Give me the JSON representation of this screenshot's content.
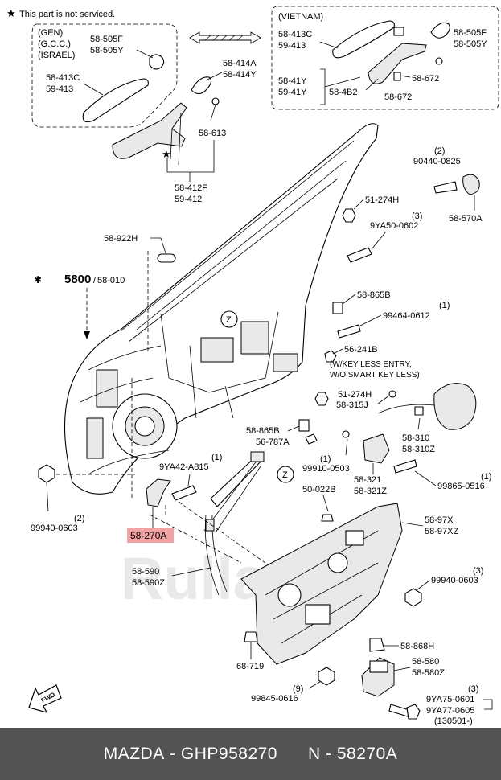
{
  "note": "This part is not serviced.",
  "region_gen": [
    "(GEN)",
    "(G.C.C.)",
    "(ISRAEL)"
  ],
  "region_vietnam": "(VIETNAM)",
  "main_part": "5800",
  "main_part_alt": "58-010",
  "reference_code": "(130501-)",
  "callout_z": "Z",
  "labels": {
    "p58505f_l": "58-505F",
    "p58505y_l": "58-505Y",
    "p58413c_l": "58-413C",
    "p59413_l": "59-413",
    "p58414a": "58-414A",
    "p58414y": "58-414Y",
    "p58613": "58-613",
    "p58412f": "58-412F",
    "p59412": "59-412",
    "p58413c_r": "58-413C",
    "p59413_r": "59-413",
    "p58505f_r": "58-505F",
    "p58505y_r": "58-505Y",
    "p5841y": "58-41Y",
    "p5941y": "59-41Y",
    "p584b2": "58-4B2",
    "p58672a": "58-672",
    "p58672b": "58-672",
    "q2a": "(2)",
    "p90440": "90440-0825",
    "p58570a": "58-570A",
    "p51274h_a": "51-274H",
    "q3a": "(3)",
    "p9ya50": "9YA50-0602",
    "p58922h": "58-922H",
    "p58865b_a": "58-865B",
    "q1a": "(1)",
    "p99464": "99464-0612",
    "p56241b": "56-241B",
    "kl1": "(W/KEY LESS ENTRY,",
    "kl2": "W/O SMART KEY LESS)",
    "p51274h_b": "51-274H",
    "p58315j": "58-315J",
    "p58310": "58-310",
    "p58310z": "58-310Z",
    "p58865b_b": "58-865B",
    "p56787a": "56-787A",
    "q1b": "(1)",
    "p99910": "99910-0503",
    "p58321": "58-321",
    "p58321z": "58-321Z",
    "q1c": "(1)",
    "p99865": "99865-0516",
    "q1d": "(1)",
    "p9ya42": "9YA42-A815",
    "p50022b": "50-022B",
    "q2b": "(2)",
    "p99940a": "99940-0603",
    "p58270a": "58-270A",
    "p5897x": "58-97X",
    "p5897xz": "58-97XZ",
    "p58590": "58-590",
    "p58590z": "58-590Z",
    "q3b": "(3)",
    "p99940b": "99940-0603",
    "p58868h": "58-868H",
    "p68719": "68-719",
    "p58580": "58-580",
    "p58580z": "58-580Z",
    "q9": "(9)",
    "p99845": "99845-0616",
    "q3c": "(3)",
    "p9ya75": "9YA75-0601",
    "p9ya77": "9YA77-0605"
  },
  "watermark": "Rulla.ru",
  "footer": {
    "brand": "MAZDA",
    "part_number": "GHP958270",
    "sep": "-",
    "n_label": "N",
    "catalog_code": "58270A"
  },
  "colors": {
    "highlight": "#f2a3a3",
    "footer_bg": "#535353"
  }
}
